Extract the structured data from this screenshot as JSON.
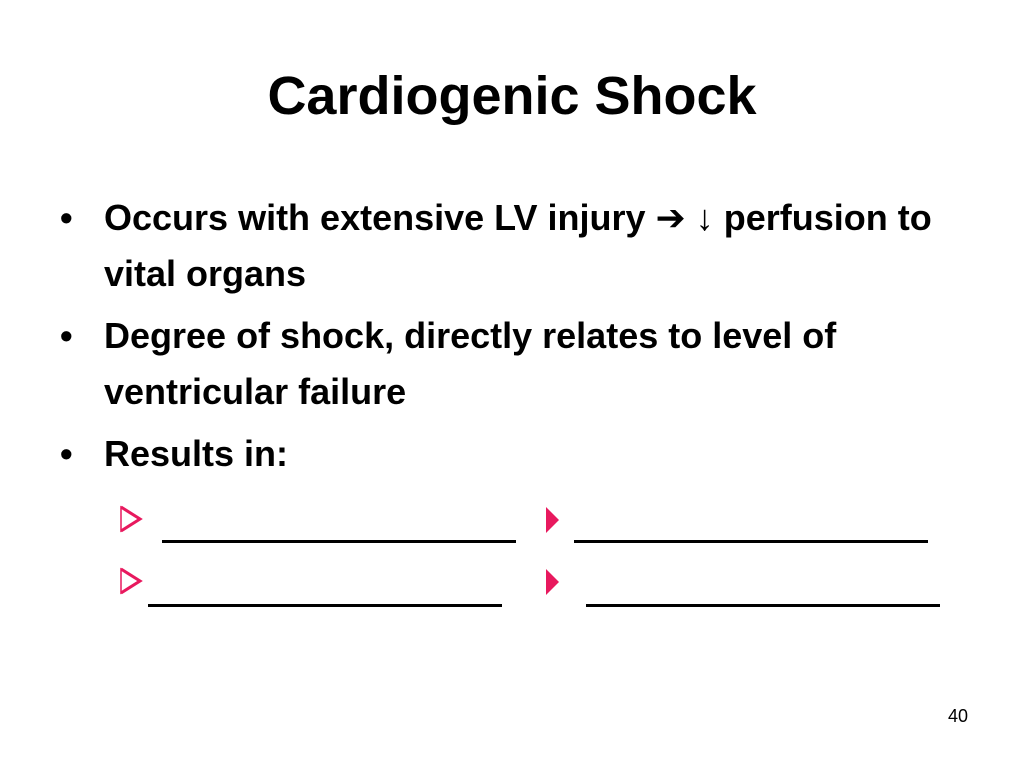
{
  "slide": {
    "title": "Cardiogenic Shock",
    "bullets": [
      {
        "text_before": "Occurs with extensive LV injury",
        "arrow_right": "➔",
        "arrow_down": "↓",
        "text_after": "perfusion to vital organs"
      },
      {
        "text": "Degree of shock, directly relates to level of ventricular failure"
      },
      {
        "text": "Results in:"
      }
    ],
    "bullet_char": "•",
    "sub_items": [
      {
        "marker": "chevron-arrow-icon",
        "answer": ""
      },
      {
        "marker": "triangle-arrow-icon",
        "answer": ""
      },
      {
        "marker": "chevron-arrow-icon",
        "answer": ""
      },
      {
        "marker": "triangle-arrow-icon",
        "answer": ""
      }
    ],
    "accent_color": "#e8195e",
    "page_number": "40"
  }
}
